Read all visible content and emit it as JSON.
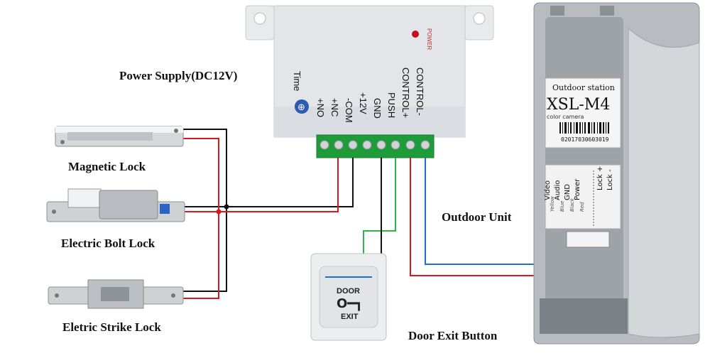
{
  "labels": {
    "power_supply": "Power Supply(DC12V)",
    "magnetic_lock": "Magnetic Lock",
    "electric_bolt_lock": "Electric Bolt Lock",
    "eletric_strike_lock": "Eletric Strike Lock",
    "outdoor_unit": "Outdoor Unit",
    "door_exit_button": "Door Exit Button"
  },
  "power_supply": {
    "power_led_label": "POWER",
    "time_label": "Time",
    "terminals": [
      "+NO",
      "+NC",
      "-COM",
      "+12V",
      "GND",
      "PUSH",
      "CONTROL+",
      "CONTROL-"
    ]
  },
  "outdoor_unit": {
    "label_title": "Outdoor station",
    "model": "XSL-M4",
    "subtitle": "color camera",
    "serial": "02017030603019",
    "pins": [
      "Video",
      "Audio",
      "GND",
      "Power",
      "Lock +",
      "Lock -"
    ],
    "wire_colors": [
      "Yellow",
      "Blue",
      "Black",
      "Red"
    ]
  },
  "exit_button": {
    "top_text": "DOOR",
    "bottom_text": "EXIT"
  },
  "wire_colors": {
    "black": "#111111",
    "red": "#e0141b",
    "green": "#2fb34a",
    "blue": "#1f6fd1"
  }
}
